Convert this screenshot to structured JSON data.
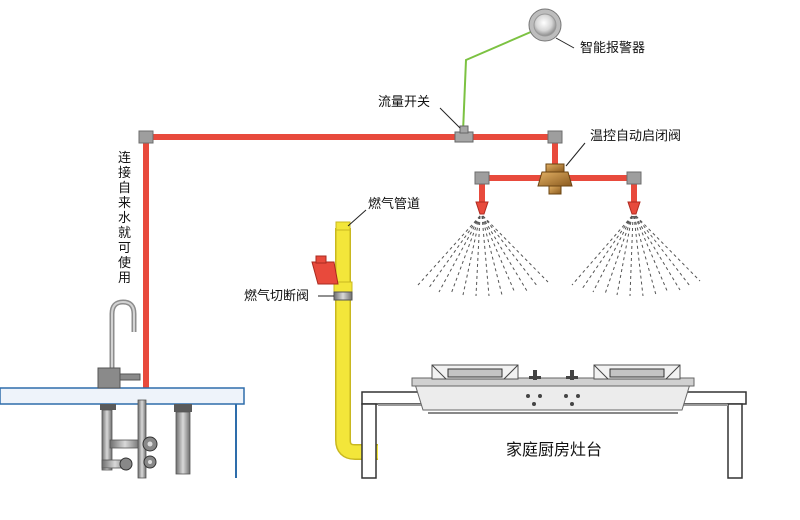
{
  "labels": {
    "alarm": "智能报警器",
    "flow_switch": "流量开关",
    "temp_valve": "温控自动启闭阀",
    "water_supply": [
      "连",
      "接",
      "自",
      "来",
      "水",
      "就",
      "可",
      "使",
      "用"
    ],
    "gas_pipe": "燃气管道",
    "gas_shutoff": "燃气切断阀",
    "stove_counter": "家庭厨房灶台"
  },
  "colors": {
    "water_pipe": "#e84a3c",
    "gas_pipe": "#f3e63a",
    "alarm_wire": "#7cc242",
    "counter_blue": "#2e6dab",
    "counter_grey": "#5a5a5a"
  }
}
